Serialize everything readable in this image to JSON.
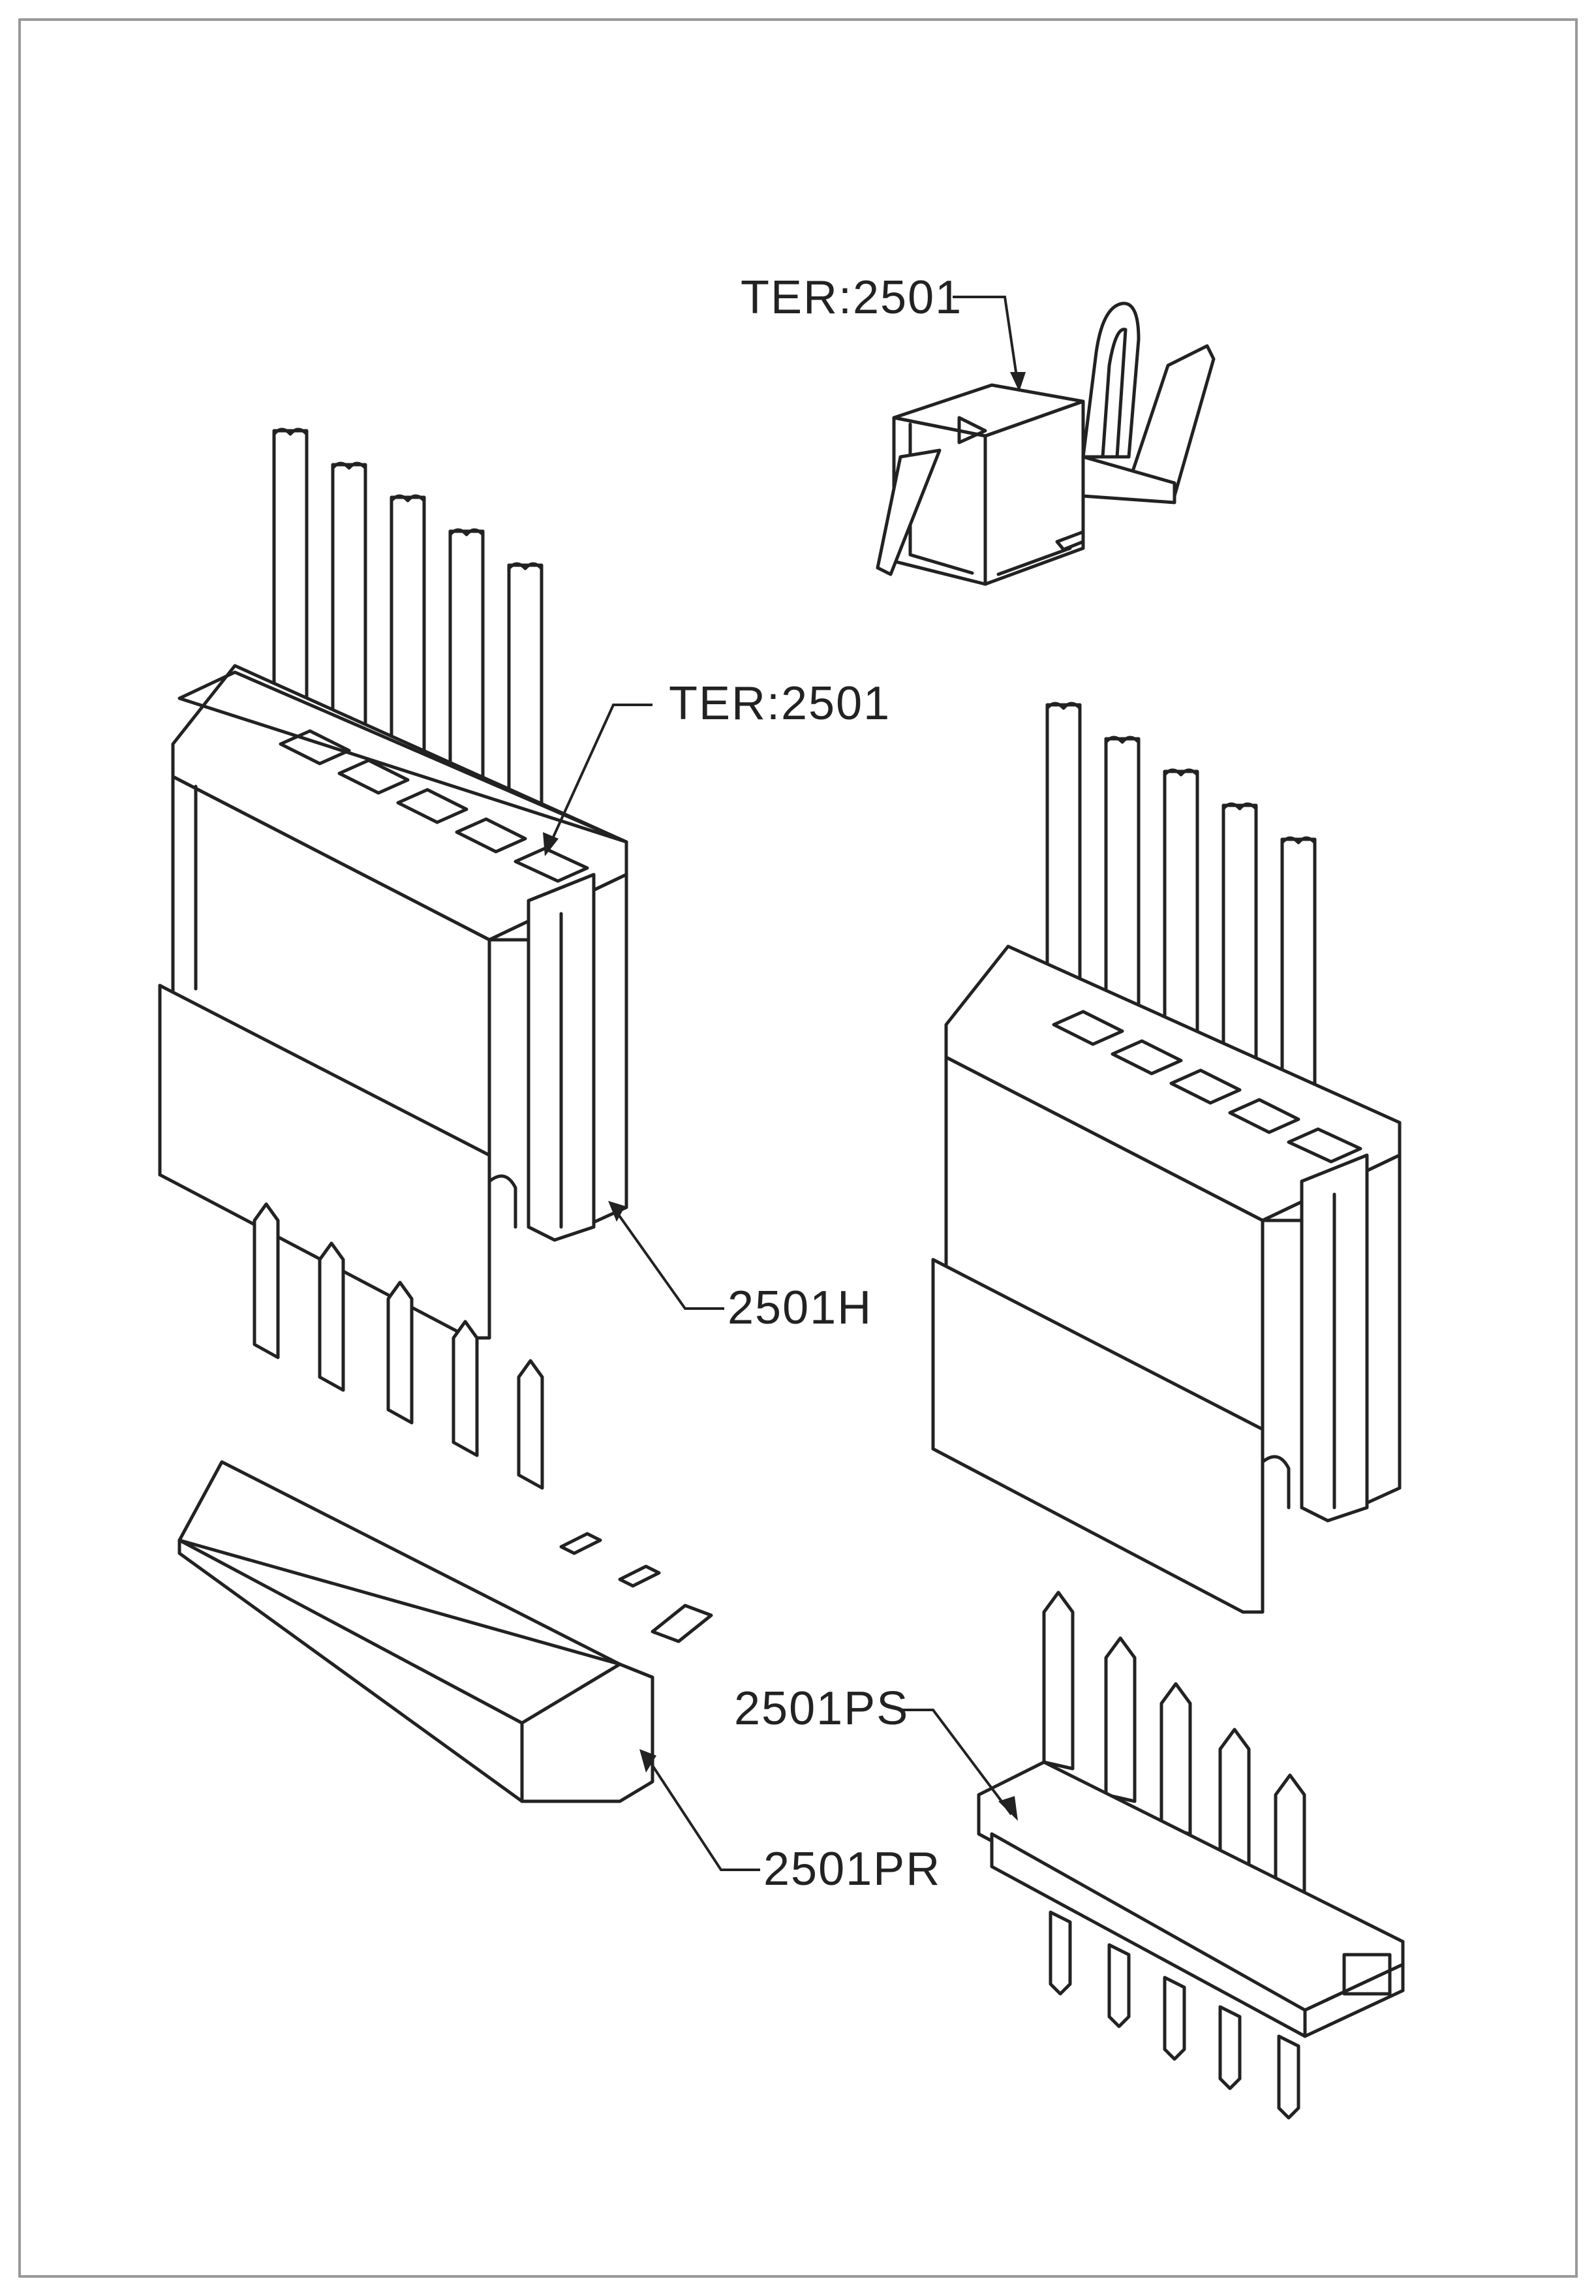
{
  "callouts": {
    "terminal_top": "TER:2501",
    "terminal_housing": "TER:2501",
    "housing": "2501H",
    "straight_header": "2501PS",
    "right_angle_header": "2501PR"
  },
  "colors": {
    "line": "#222222",
    "paper": "#ffffff",
    "border": "#999999"
  }
}
